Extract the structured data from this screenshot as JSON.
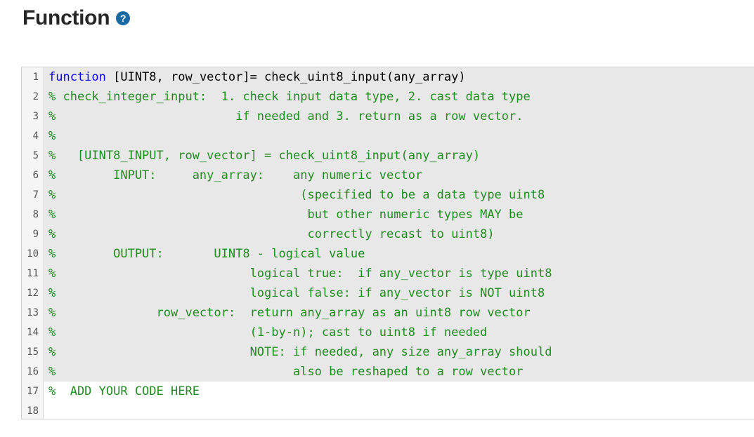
{
  "header": {
    "title": "Function",
    "help_icon": "question-circle-icon",
    "help_glyph": "?"
  },
  "editor": {
    "lines": [
      {
        "number": "1",
        "keyword": "function",
        "text": " [UINT8, row_vector]= check_uint8_input(any_array)",
        "comment": "",
        "locked": true
      },
      {
        "number": "2",
        "keyword": "",
        "text": "",
        "comment": "% check_integer_input:  1. check input data type, 2. cast data type",
        "locked": true
      },
      {
        "number": "3",
        "keyword": "",
        "text": "",
        "comment": "%                         if needed and 3. return as a row vector.",
        "locked": true
      },
      {
        "number": "4",
        "keyword": "",
        "text": "",
        "comment": "%",
        "locked": true
      },
      {
        "number": "5",
        "keyword": "",
        "text": "",
        "comment": "%   [UINT8_INPUT, row_vector] = check_uint8_input(any_array)",
        "locked": true
      },
      {
        "number": "6",
        "keyword": "",
        "text": "",
        "comment": "%        INPUT:     any_array:    any numeric vector",
        "locked": true
      },
      {
        "number": "7",
        "keyword": "",
        "text": "",
        "comment": "%                                  (specified to be a data type uint8",
        "locked": true
      },
      {
        "number": "8",
        "keyword": "",
        "text": "",
        "comment": "%                                   but other numeric types MAY be",
        "locked": true
      },
      {
        "number": "9",
        "keyword": "",
        "text": "",
        "comment": "%                                   correctly recast to uint8)",
        "locked": true
      },
      {
        "number": "10",
        "keyword": "",
        "text": "",
        "comment": "%        OUTPUT:       UINT8 - logical value",
        "locked": true
      },
      {
        "number": "11",
        "keyword": "",
        "text": "",
        "comment": "%                           logical true:  if any_vector is type uint8",
        "locked": true
      },
      {
        "number": "12",
        "keyword": "",
        "text": "",
        "comment": "%                           logical false: if any_vector is NOT uint8",
        "locked": true
      },
      {
        "number": "13",
        "keyword": "",
        "text": "",
        "comment": "%              row_vector:  return any_array as an uint8 row vector",
        "locked": true
      },
      {
        "number": "14",
        "keyword": "",
        "text": "",
        "comment": "%                           (1-by-n); cast to uint8 if needed",
        "locked": true
      },
      {
        "number": "15",
        "keyword": "",
        "text": "",
        "comment": "%                           NOTE: if needed, any size any_array should",
        "locked": true
      },
      {
        "number": "16",
        "keyword": "",
        "text": "",
        "comment": "%                                 also be reshaped to a row vector",
        "locked": true
      },
      {
        "number": "17",
        "keyword": "",
        "text": "",
        "comment": "%  ADD YOUR CODE HERE",
        "locked": false
      },
      {
        "number": "18",
        "keyword": "",
        "text": "",
        "comment": "",
        "locked": false
      }
    ]
  },
  "colors": {
    "keyword": "#0e00ff",
    "comment": "#228b22",
    "locked_background": "#e8e8e8",
    "help_icon": "#1a6aa3"
  }
}
